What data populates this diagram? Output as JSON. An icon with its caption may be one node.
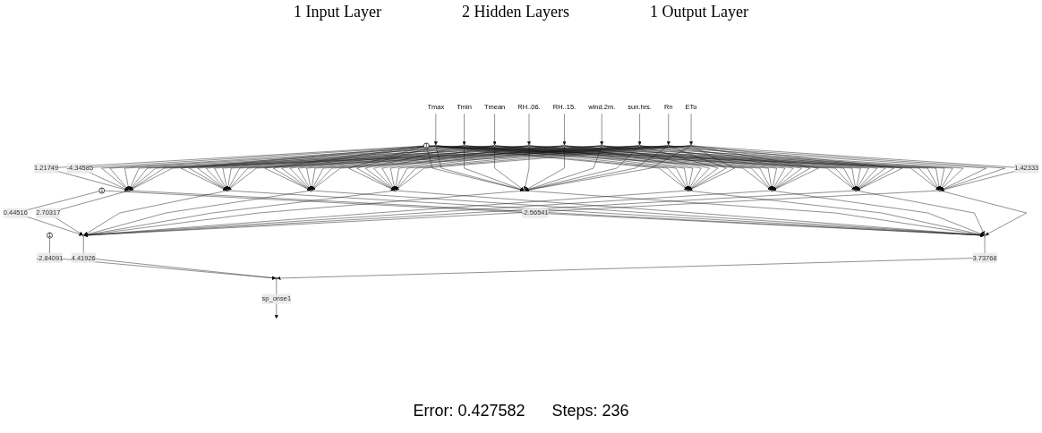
{
  "diagram": {
    "nodes": [
      {
        "text": [
          "Tmax"
        ]
      },
      {
        "text": [
          "Tmin"
        ]
      },
      {
        "text": [
          "Tmean"
        ]
      },
      {
        "text": [
          "RH..06."
        ]
      },
      {
        "text": [
          "RH..15."
        ]
      },
      {
        "text": [
          "wind.2m."
        ]
      },
      {
        "text": [
          "sun.hrs."
        ]
      },
      {
        "text": [
          "Rn"
        ]
      },
      {
        "text": [
          "ETo"
        ]
      },
      {
        "text": [],
        "shape": "circle"
      },
      {
        "text": [],
        "shape": "circle"
      },
      {
        "text": [],
        "shape": "circle"
      },
      {
        "text": [],
        "shape": "circle"
      },
      {
        "text": [],
        "shape": "circle"
      },
      {
        "text": [],
        "shape": "circle"
      },
      {
        "text": [],
        "shape": "circle"
      },
      {
        "text": [],
        "shape": "circle"
      },
      {
        "text": [],
        "shape": "circle"
      },
      {
        "text": [
          "1"
        ]
      },
      {
        "text": [],
        "shape": "circle"
      },
      {
        "text": [],
        "shape": "circle"
      },
      {
        "text": [],
        "shape": "circle"
      },
      {
        "text": [],
        "shape": "circle"
      },
      {
        "text": [],
        "shape": "circle"
      },
      {
        "text": [],
        "shape": "circle"
      },
      {
        "text": [],
        "shape": "circle"
      },
      {
        "text": [],
        "shape": "circle"
      },
      {
        "text": [],
        "shape": "circle"
      },
      {
        "text": [
          "1"
        ]
      },
      {
        "text": [],
        "shape": "circle"
      },
      {
        "text": [],
        "shape": "circle"
      },
      {
        "text": [
          "1"
        ]
      },
      {
        "text": [],
        "shape": "circle"
      }
    ],
    "edges": [
      {
        "from": 0,
        "to": 9,
        "arrow": "to"
      },
      {
        "from": 1,
        "to": 10,
        "arrow": "to"
      },
      {
        "from": 2,
        "to": 11,
        "arrow": "to"
      },
      {
        "from": 3,
        "to": 12,
        "arrow": "to"
      },
      {
        "from": 4,
        "to": 13,
        "arrow": "to"
      },
      {
        "from": 5,
        "to": 14,
        "arrow": "to"
      },
      {
        "from": 6,
        "to": 15,
        "arrow": "to"
      },
      {
        "from": 7,
        "to": 16,
        "arrow": "to"
      },
      {
        "from": 8,
        "to": 17,
        "arrow": "to"
      },
      {
        "from": 18,
        "to": 19,
        "arrow": "to",
        "label": "1.21749"
      },
      {
        "from": 18,
        "to": 20,
        "arrow": "to"
      },
      {
        "from": 18,
        "to": 21,
        "arrow": "to"
      },
      {
        "from": 18,
        "to": 22,
        "arrow": "to"
      },
      {
        "from": 18,
        "to": 23,
        "arrow": "to"
      },
      {
        "from": 18,
        "to": 24,
        "arrow": "to"
      },
      {
        "from": 18,
        "to": 25,
        "arrow": "to"
      },
      {
        "from": 18,
        "to": 26,
        "arrow": "to"
      },
      {
        "from": 18,
        "to": 27,
        "arrow": "to"
      },
      {
        "from": 9,
        "to": 19,
        "arrow": "to",
        "label": "-4.34585"
      },
      {
        "from": 9,
        "to": 20,
        "arrow": "to"
      },
      {
        "from": 9,
        "to": 21,
        "arrow": "to"
      },
      {
        "from": 9,
        "to": 22,
        "arrow": "to"
      },
      {
        "from": 9,
        "to": 23,
        "arrow": "to"
      },
      {
        "from": 9,
        "to": 24,
        "arrow": "to"
      },
      {
        "from": 9,
        "to": 25,
        "arrow": "to"
      },
      {
        "from": 9,
        "to": 26,
        "arrow": "to"
      },
      {
        "from": 9,
        "to": 27,
        "arrow": "to"
      },
      {
        "from": 10,
        "to": 19,
        "arrow": "to"
      },
      {
        "from": 10,
        "to": 20,
        "arrow": "to"
      },
      {
        "from": 10,
        "to": 21,
        "arrow": "to"
      },
      {
        "from": 10,
        "to": 22,
        "arrow": "to"
      },
      {
        "from": 10,
        "to": 23,
        "arrow": "to"
      },
      {
        "from": 10,
        "to": 24,
        "arrow": "to"
      },
      {
        "from": 10,
        "to": 25,
        "arrow": "to"
      },
      {
        "from": 10,
        "to": 26,
        "arrow": "to"
      },
      {
        "from": 10,
        "to": 27,
        "arrow": "to"
      },
      {
        "from": 11,
        "to": 19,
        "arrow": "to"
      },
      {
        "from": 11,
        "to": 20,
        "arrow": "to"
      },
      {
        "from": 11,
        "to": 21,
        "arrow": "to"
      },
      {
        "from": 11,
        "to": 22,
        "arrow": "to"
      },
      {
        "from": 11,
        "to": 23,
        "arrow": "to"
      },
      {
        "from": 11,
        "to": 24,
        "arrow": "to"
      },
      {
        "from": 11,
        "to": 25,
        "arrow": "to"
      },
      {
        "from": 11,
        "to": 26,
        "arrow": "to"
      },
      {
        "from": 11,
        "to": 27,
        "arrow": "to"
      },
      {
        "from": 12,
        "to": 19,
        "arrow": "to"
      },
      {
        "from": 12,
        "to": 20,
        "arrow": "to"
      },
      {
        "from": 12,
        "to": 21,
        "arrow": "to"
      },
      {
        "from": 12,
        "to": 22,
        "arrow": "to"
      },
      {
        "from": 12,
        "to": 23,
        "arrow": "to"
      },
      {
        "from": 12,
        "to": 24,
        "arrow": "to"
      },
      {
        "from": 12,
        "to": 25,
        "arrow": "to"
      },
      {
        "from": 12,
        "to": 26,
        "arrow": "to"
      },
      {
        "from": 12,
        "to": 27,
        "arrow": "to"
      },
      {
        "from": 13,
        "to": 19,
        "arrow": "to"
      },
      {
        "from": 13,
        "to": 20,
        "arrow": "to"
      },
      {
        "from": 13,
        "to": 21,
        "arrow": "to"
      },
      {
        "from": 13,
        "to": 22,
        "arrow": "to"
      },
      {
        "from": 13,
        "to": 23,
        "arrow": "to"
      },
      {
        "from": 13,
        "to": 24,
        "arrow": "to"
      },
      {
        "from": 13,
        "to": 25,
        "arrow": "to"
      },
      {
        "from": 13,
        "to": 26,
        "arrow": "to"
      },
      {
        "from": 13,
        "to": 27,
        "arrow": "to"
      },
      {
        "from": 14,
        "to": 19,
        "arrow": "to"
      },
      {
        "from": 14,
        "to": 20,
        "arrow": "to"
      },
      {
        "from": 14,
        "to": 21,
        "arrow": "to"
      },
      {
        "from": 14,
        "to": 22,
        "arrow": "to"
      },
      {
        "from": 14,
        "to": 23,
        "arrow": "to"
      },
      {
        "from": 14,
        "to": 24,
        "arrow": "to"
      },
      {
        "from": 14,
        "to": 25,
        "arrow": "to"
      },
      {
        "from": 14,
        "to": 26,
        "arrow": "to"
      },
      {
        "from": 14,
        "to": 27,
        "arrow": "to"
      },
      {
        "from": 15,
        "to": 19,
        "arrow": "to"
      },
      {
        "from": 15,
        "to": 20,
        "arrow": "to"
      },
      {
        "from": 15,
        "to": 21,
        "arrow": "to"
      },
      {
        "from": 15,
        "to": 22,
        "arrow": "to"
      },
      {
        "from": 15,
        "to": 23,
        "arrow": "to"
      },
      {
        "from": 15,
        "to": 24,
        "arrow": "to"
      },
      {
        "from": 15,
        "to": 25,
        "arrow": "to"
      },
      {
        "from": 15,
        "to": 26,
        "arrow": "to"
      },
      {
        "from": 15,
        "to": 27,
        "arrow": "to"
      },
      {
        "from": 16,
        "to": 19,
        "arrow": "to"
      },
      {
        "from": 16,
        "to": 20,
        "arrow": "to"
      },
      {
        "from": 16,
        "to": 21,
        "arrow": "to"
      },
      {
        "from": 16,
        "to": 22,
        "arrow": "to"
      },
      {
        "from": 16,
        "to": 23,
        "arrow": "to"
      },
      {
        "from": 16,
        "to": 24,
        "arrow": "to"
      },
      {
        "from": 16,
        "to": 25,
        "arrow": "to"
      },
      {
        "from": 16,
        "to": 26,
        "arrow": "to"
      },
      {
        "from": 16,
        "to": 27,
        "arrow": "to"
      },
      {
        "from": 17,
        "to": 19,
        "arrow": "to"
      },
      {
        "from": 17,
        "to": 20,
        "arrow": "to"
      },
      {
        "from": 17,
        "to": 21,
        "arrow": "to"
      },
      {
        "from": 17,
        "to": 22,
        "arrow": "to"
      },
      {
        "from": 17,
        "to": 23,
        "arrow": "to"
      },
      {
        "from": 17,
        "to": 24,
        "arrow": "to"
      },
      {
        "from": 17,
        "to": 25,
        "arrow": "to"
      },
      {
        "from": 17,
        "to": 26,
        "arrow": "to"
      },
      {
        "from": 17,
        "to": 27,
        "arrow": "to",
        "label": "1.42333"
      },
      {
        "from": 28,
        "to": 29,
        "arrow": "to",
        "label": "0.44516"
      },
      {
        "from": 28,
        "to": 30,
        "arrow": "to",
        "label": "-2.56541"
      },
      {
        "from": 19,
        "to": 29,
        "arrow": "to",
        "label": "2.70317"
      },
      {
        "from": 19,
        "to": 30,
        "arrow": "to"
      },
      {
        "from": 20,
        "to": 29,
        "arrow": "to"
      },
      {
        "from": 20,
        "to": 30,
        "arrow": "to"
      },
      {
        "from": 21,
        "to": 29,
        "arrow": "to"
      },
      {
        "from": 21,
        "to": 30,
        "arrow": "to"
      },
      {
        "from": 22,
        "to": 29,
        "arrow": "to"
      },
      {
        "from": 22,
        "to": 30,
        "arrow": "to"
      },
      {
        "from": 23,
        "to": 29,
        "arrow": "to"
      },
      {
        "from": 23,
        "to": 30,
        "arrow": "to"
      },
      {
        "from": 24,
        "to": 29,
        "arrow": "to"
      },
      {
        "from": 24,
        "to": 30,
        "arrow": "to"
      },
      {
        "from": 25,
        "to": 29,
        "arrow": "to"
      },
      {
        "from": 25,
        "to": 30,
        "arrow": "to"
      },
      {
        "from": 26,
        "to": 29,
        "arrow": "to"
      },
      {
        "from": 26,
        "to": 30,
        "arrow": "to"
      },
      {
        "from": 27,
        "to": 29,
        "arrow": "to"
      },
      {
        "from": 27,
        "to": 30,
        "arrow": "to"
      },
      {
        "from": 31,
        "to": 32,
        "arrow": "to",
        "label": "-2.84091"
      },
      {
        "from": 29,
        "to": 32,
        "arrow": "to",
        "label": "4.41926"
      },
      {
        "from": 30,
        "to": 32,
        "arrow": "to",
        "label": "3.73768"
      },
      {
        "from": 32,
        "to": null,
        "arrow": "to",
        "label": "sp_onse1"
      }
    ],
    "labels": [
      "1 Input Layer",
      "2 Hidden Layers",
      "1 Output Layer",
      "Error: 0.427582",
      "Steps: 236"
    ]
  }
}
